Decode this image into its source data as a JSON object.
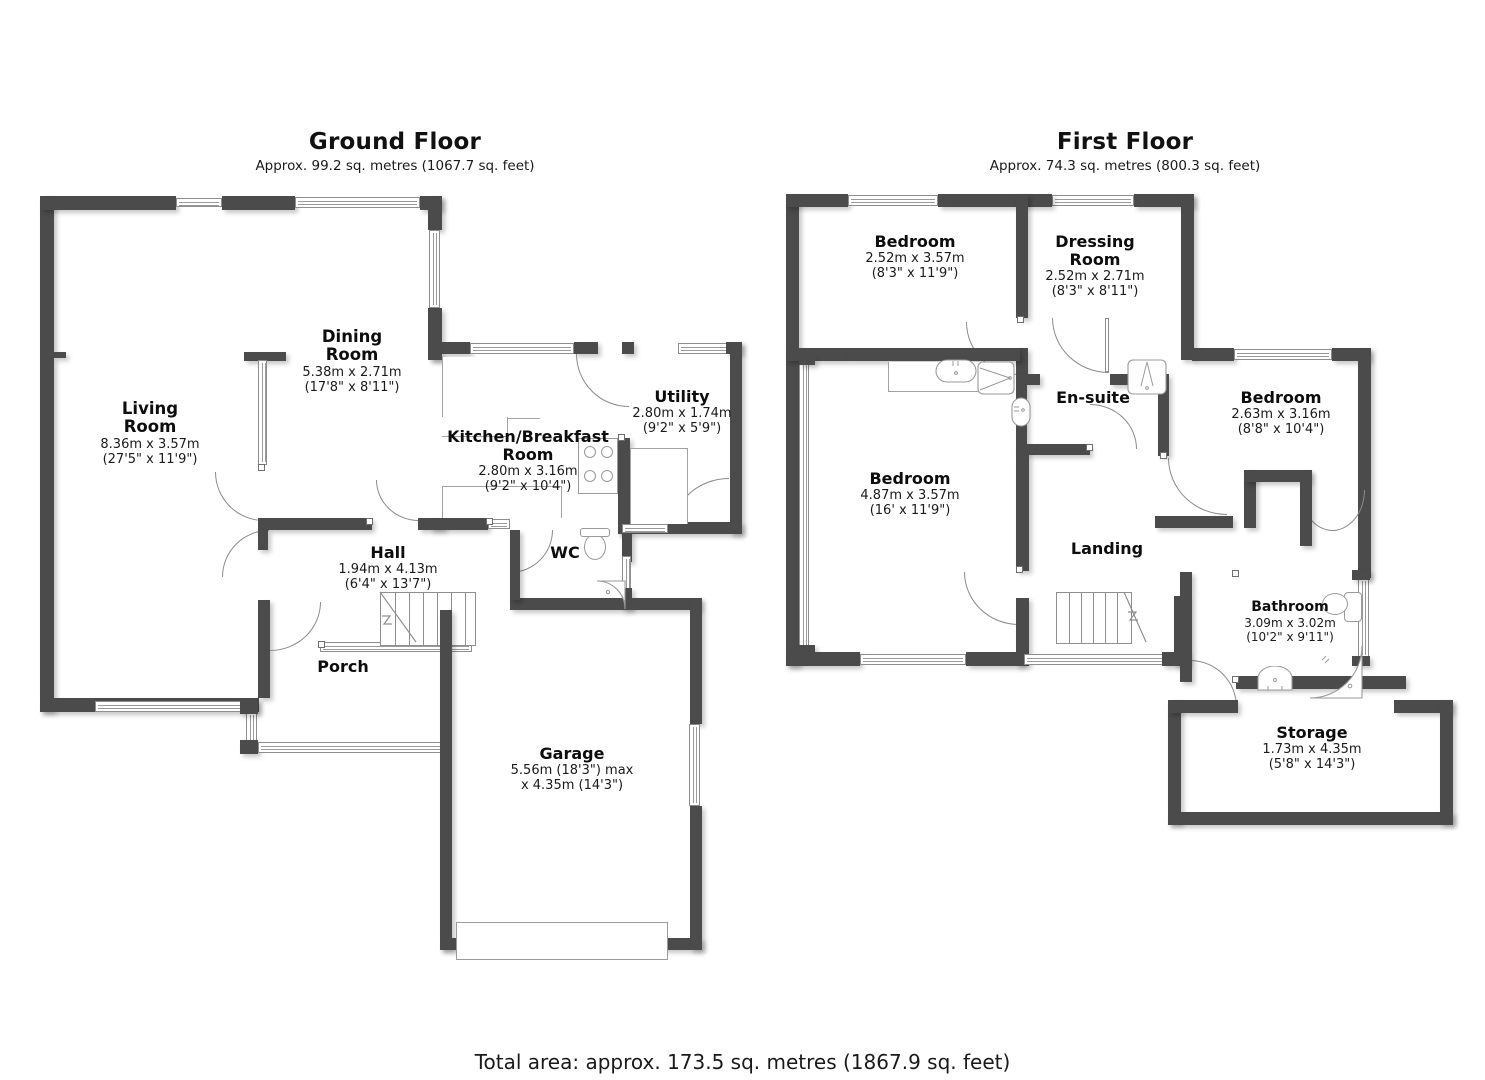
{
  "document": {
    "type": "floor-plan",
    "total_area": "Total area: approx. 173.5 sq. metres (1867.9 sq. feet)"
  },
  "floors": [
    {
      "id": "ground",
      "title": "Ground Floor",
      "subtitle": "Approx. 99.2 sq. metres (1067.7 sq. feet)",
      "rooms": [
        {
          "name": "Living\nRoom",
          "metric": "8.36m x 3.57m",
          "imperial": "(27'5\" x 11'9\")"
        },
        {
          "name": "Dining\nRoom",
          "metric": "5.38m x 2.71m",
          "imperial": "(17'8\" x 8'11\")"
        },
        {
          "name": "Kitchen/Breakfast\nRoom",
          "metric": "2.80m x 3.16m",
          "imperial": "(9'2\" x 10'4\")"
        },
        {
          "name": "Utility",
          "metric": "2.80m x 1.74m",
          "imperial": "(9'2\" x 5'9\")"
        },
        {
          "name": "Hall",
          "metric": "1.94m x 4.13m",
          "imperial": "(6'4\" x 13'7\")"
        },
        {
          "name": "WC",
          "metric": "",
          "imperial": ""
        },
        {
          "name": "Porch",
          "metric": "",
          "imperial": ""
        },
        {
          "name": "Garage",
          "metric": "5.56m (18'3\") max",
          "imperial": "x 4.35m (14'3\")"
        }
      ]
    },
    {
      "id": "first",
      "title": "First Floor",
      "subtitle": "Approx. 74.3 sq. metres (800.3 sq. feet)",
      "rooms": [
        {
          "name": "Bedroom",
          "metric": "2.52m x 3.57m",
          "imperial": "(8'3\" x 11'9\")"
        },
        {
          "name": "Dressing\nRoom",
          "metric": "2.52m x 2.71m",
          "imperial": "(8'3\" x 8'11\")"
        },
        {
          "name": "Bedroom",
          "metric": "2.63m x 3.16m",
          "imperial": "(8'8\" x 10'4\")"
        },
        {
          "name": "En-suite",
          "metric": "",
          "imperial": ""
        },
        {
          "name": "Bedroom",
          "metric": "4.87m x 3.57m",
          "imperial": "(16' x 11'9\")"
        },
        {
          "name": "Landing",
          "metric": "",
          "imperial": ""
        },
        {
          "name": "Bathroom",
          "metric": "3.09m x 3.02m",
          "imperial": "(10'2\" x 9'11\")"
        },
        {
          "name": "Storage",
          "metric": "1.73m x 4.35m",
          "imperial": "(5'8\" x 14'3\")"
        }
      ]
    }
  ],
  "colors": {
    "wall": "#4b4b4b",
    "background": "#ffffff",
    "text": "#111111",
    "fixture_outline": "#9a9a9a"
  }
}
